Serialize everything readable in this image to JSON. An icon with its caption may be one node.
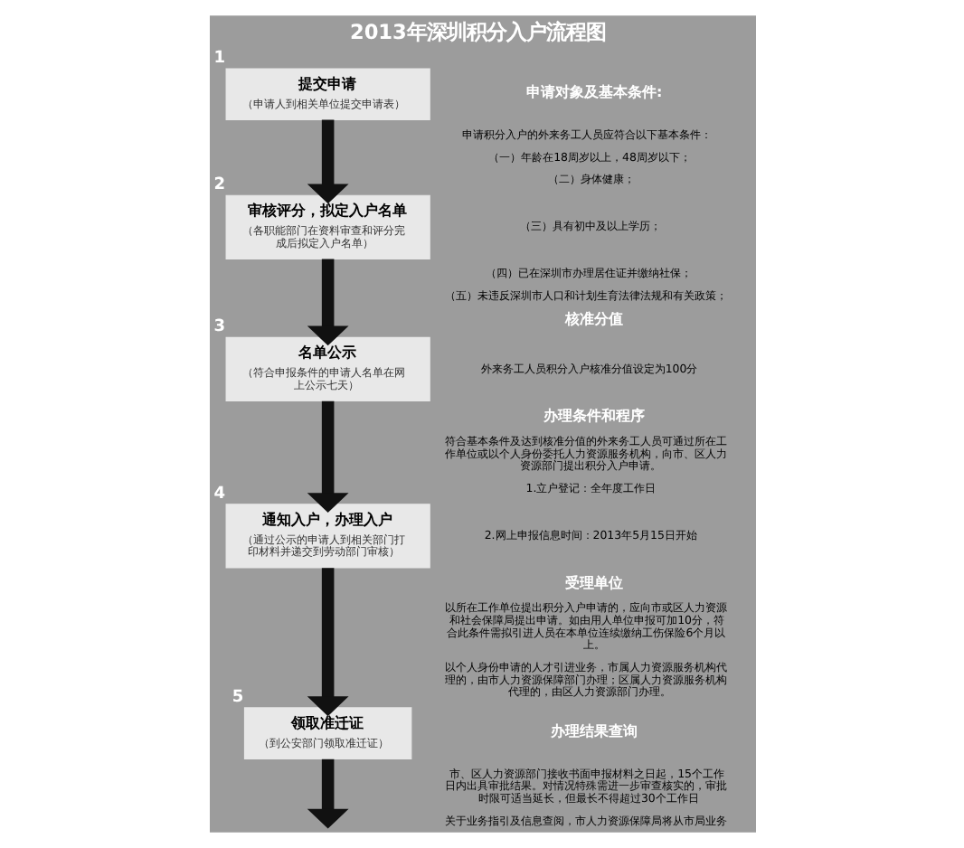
{
  "diagram": {
    "title": "2013年深圳积分入户流程图",
    "nodes": [
      {
        "text": [
          "提交申请",
          "（申请人到相关单位提交申请表）"
        ],
        "beside": [
          "1"
        ]
      },
      {
        "text": [
          "审核评分，拟定入户名单",
          "（各职能部门在资料审查和评分完成后拟定入户名单）"
        ],
        "beside": [
          "2"
        ]
      },
      {
        "text": [
          "名单公示",
          "（符合申报条件的申请人名单在网上公示七天）"
        ],
        "beside": [
          "3"
        ]
      },
      {
        "text": [
          "通知入户，办理入户",
          "（通过公示的申请人到相关部门打印材料并递交到劳动部门审核）"
        ],
        "beside": [
          "4"
        ]
      },
      {
        "text": [
          "领取准迁证",
          "（到公安部门领取准迁证）"
        ],
        "beside": [
          "5"
        ]
      }
    ],
    "edges": [
      {
        "from": 0,
        "to": 1,
        "arrow": "to"
      },
      {
        "from": 1,
        "to": 2,
        "arrow": "to"
      },
      {
        "from": 2,
        "to": 3,
        "arrow": "to"
      },
      {
        "from": 3,
        "to": 4,
        "arrow": "to"
      },
      {
        "from": 4,
        "to": null,
        "arrow": "to"
      }
    ],
    "labels": [
      "申请对象及基本条件:",
      "申请积分入户的外来务工人员应符合以下基本条件：",
      "（一）年龄在18周岁以上，48周岁以下；",
      "（二）身体健康；",
      "（三）具有初中及以上学历；",
      "（四）已在深圳市办理居住证并缴纳社保；",
      "（五）未违反深圳市人口和计划生育法律法规和有关政策；",
      "核准分值",
      "外来务工人员积分入户核准分值设定为100分",
      "办理条件和程序",
      "符合基本条件及达到核准分值的外来务工人员可通过所在工作单位或以个人身份委托人力资源服务机构，向市、区人力资源部门提出积分入户申请。",
      "1.立户登记：全年度工作日",
      "2.网上申报信息时间：2013年5月15日开始",
      "受理单位",
      "以所在工作单位提出积分入户申请的，应向市或区人力资源和社会保障局提出申请。如由用人单位申报可加10分，符合此条件需拟引进人员在本单位连续缴纳工伤保险6个月以上。",
      "以个人身份申请的人才引进业务，市属人力资源服务机构代理的，由市人力资源保障部门办理；区属人力资源服务机构代理的，由区人力资源部门办理。",
      "办理结果查询",
      "市、区人力资源部门接收书面申报材料之日起，15个工作日内出具审批结果。对情况特殊需进一步审查核实的，审批时限可适当延长，但最长不得超过30个工作日",
      "关于业务指引及信息查阅，市人力资源保障局将从市局业务"
    ]
  }
}
